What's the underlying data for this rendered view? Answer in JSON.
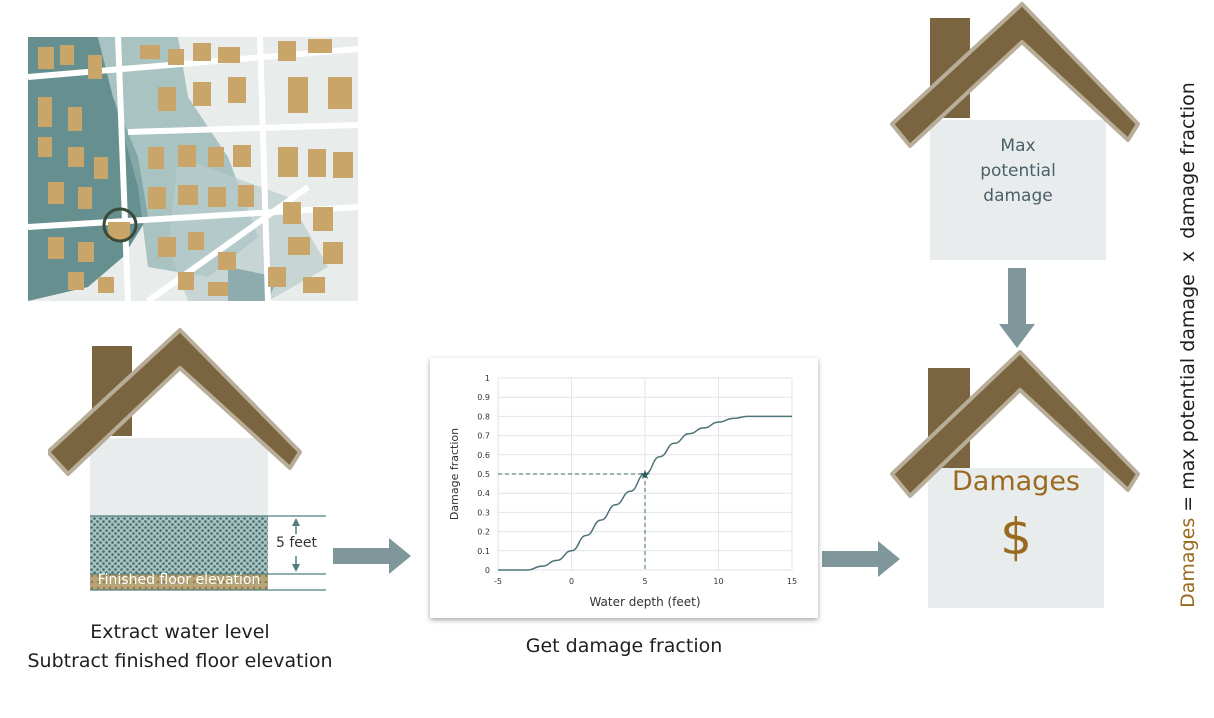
{
  "step1": {
    "map_label": "",
    "depth_label": "5 feet",
    "floor_label": "Finished floor elevation",
    "caption_line1": "Extract water level",
    "caption_line2": "Subtract finished floor elevation"
  },
  "step2": {
    "caption": "Get damage fraction"
  },
  "step3": {
    "max_damage_line1": "Max",
    "max_damage_line2": "potential",
    "max_damage_line3": "damage",
    "damages_title": "Damages",
    "damages_symbol": "$"
  },
  "formula": {
    "lhs": "Damages",
    "rhs": " = max potential damage  x  damage fraction"
  },
  "colors": {
    "roof": "#7a6540",
    "roof_edge": "#b8ad99",
    "wall": "#e9ecec",
    "water": "#5f8a88",
    "arrow": "#7f979a",
    "accent": "#9a6a1f",
    "curve": "#4d7378"
  },
  "chart_data": {
    "type": "line",
    "title": "",
    "xlabel": "Water depth (feet)",
    "ylabel": "Damage fraction",
    "xlim": [
      -5,
      15
    ],
    "ylim": [
      0,
      1
    ],
    "xticks": [
      -5,
      0,
      5,
      10,
      15
    ],
    "yticks": [
      0,
      0.1,
      0.2,
      0.3,
      0.4,
      0.5,
      0.6,
      0.7,
      0.8,
      0.9,
      1
    ],
    "grid": true,
    "series": [
      {
        "x": [
          -5,
          -4,
          -3,
          -2,
          -1,
          0,
          1,
          2,
          3,
          4,
          5,
          6,
          7,
          8,
          9,
          10,
          11,
          12,
          13,
          14,
          15
        ],
        "y": [
          0,
          0,
          0,
          0.02,
          0.05,
          0.1,
          0.18,
          0.26,
          0.34,
          0.41,
          0.5,
          0.59,
          0.66,
          0.71,
          0.74,
          0.77,
          0.79,
          0.8,
          0.8,
          0.8,
          0.8
        ]
      }
    ],
    "highlight": {
      "x": 5,
      "y": 0.5
    }
  }
}
